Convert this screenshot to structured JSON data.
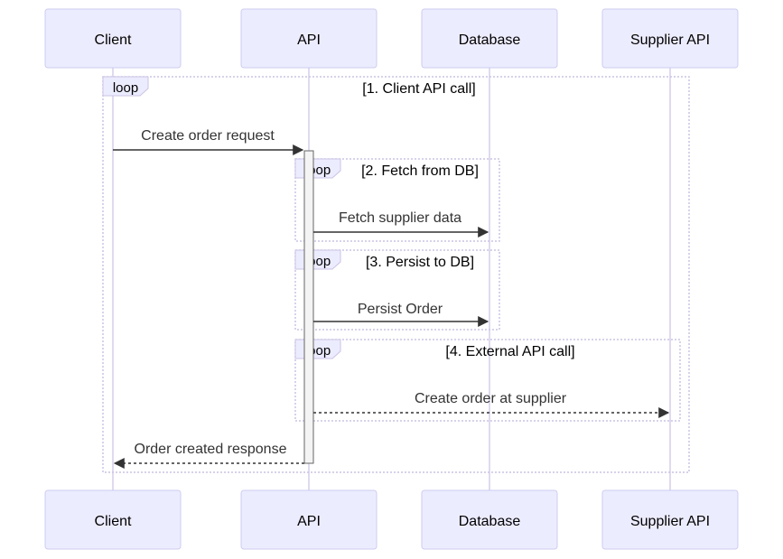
{
  "diagram": {
    "participants": [
      "Client",
      "API",
      "Database",
      "Supplier API"
    ],
    "loops": [
      {
        "tab": "loop",
        "title": "[1. Client API call]"
      },
      {
        "tab": "loop",
        "title": "[2. Fetch from DB]"
      },
      {
        "tab": "loop",
        "title": "[3. Persist to DB]"
      },
      {
        "tab": "loop",
        "title": "[4. External API call]"
      }
    ],
    "messages": [
      {
        "text": "Create order request",
        "from": "Client",
        "to": "API",
        "style": "solid"
      },
      {
        "text": "Fetch supplier data",
        "from": "API",
        "to": "Database",
        "style": "solid"
      },
      {
        "text": "Persist Order",
        "from": "API",
        "to": "Database",
        "style": "solid"
      },
      {
        "text": "Create order at supplier",
        "from": "API",
        "to": "Supplier API",
        "style": "dashed"
      },
      {
        "text": "Order created response",
        "from": "API",
        "to": "Client",
        "style": "dashed"
      }
    ]
  },
  "colors": {
    "actor_fill": "#ECECFF",
    "actor_stroke": "#CDCDF0",
    "lifeline": "#D5CDEB",
    "message": "#333333"
  }
}
